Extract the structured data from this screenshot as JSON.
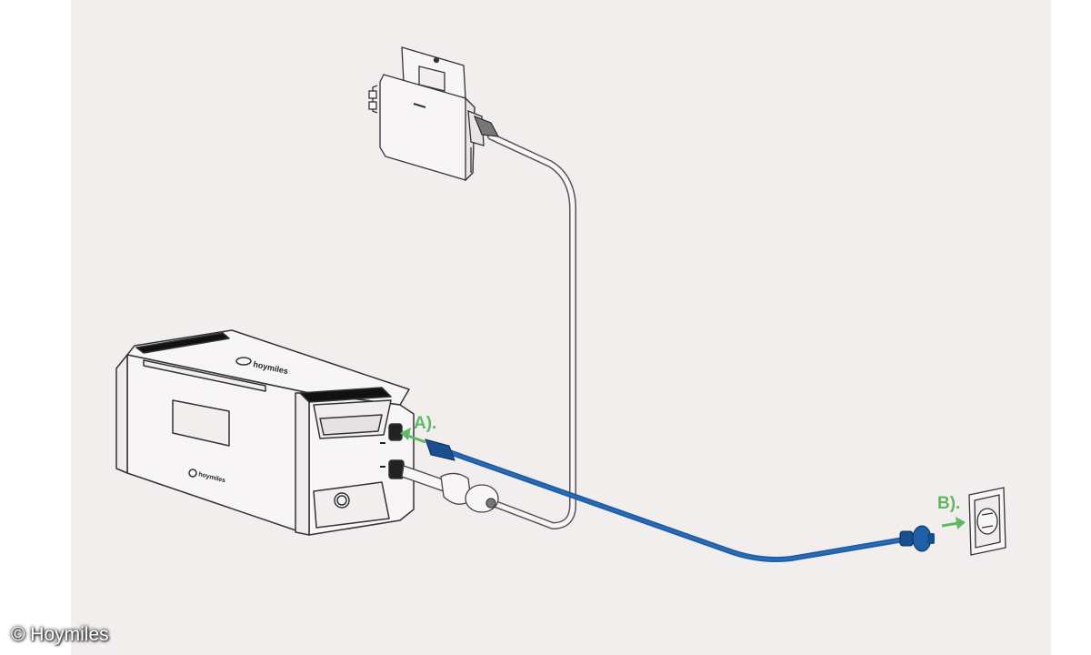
{
  "figure": {
    "description": "Hoymiles battery storage installation diagram: microinverter connected to battery unit, battery connected to wall socket via blue plug cable",
    "background_color": "#f2eeee",
    "components": [
      {
        "id": "microinverter",
        "name": "Microinverter"
      },
      {
        "id": "battery-unit",
        "name": "Battery storage unit",
        "brand_mark": "hoymiles"
      },
      {
        "id": "ac-cable",
        "name": "Blue AC cable with Schuko plug",
        "color": "#1f5fa8"
      },
      {
        "id": "inverter-cable",
        "name": "Inverter connection cable"
      },
      {
        "id": "wall-socket",
        "name": "Wall socket"
      }
    ],
    "annotations": {
      "step_a": "A).",
      "step_b": "B).",
      "arrow_color": "#5fb862"
    }
  },
  "credit": "© Hoymiles"
}
